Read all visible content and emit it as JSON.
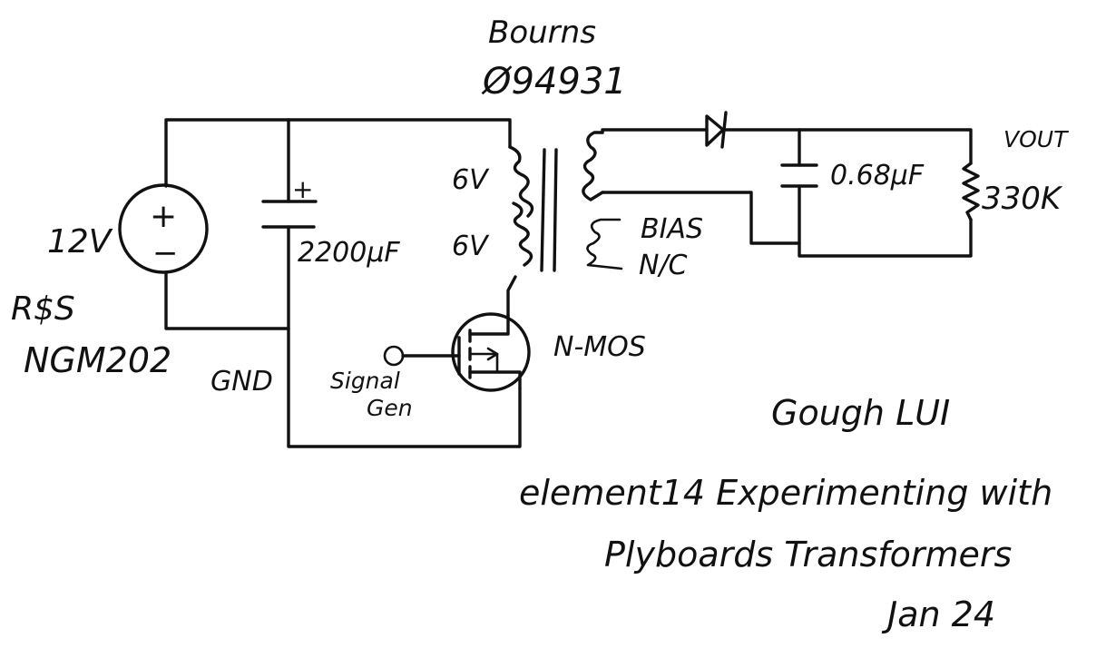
{
  "labels": {
    "transformer_brand": "Bourns",
    "transformer_part": "Ø94931",
    "supply_voltage": "12V",
    "supply_plus": "+",
    "supply_minus": "−",
    "supply_brand": "R$S",
    "supply_model": "NGM202",
    "ground": "GND",
    "cap_polarity": "+",
    "cap_value": "2200μF",
    "winding_top": "6V",
    "winding_bottom": "6V",
    "bias_line1": "BIAS",
    "bias_line2": "N/C",
    "output_cap": "0.68μF",
    "output_res": "330K",
    "vout": "VOUT",
    "mosfet": "N-MOS",
    "signal_line1": "Signal",
    "signal_line2": "Gen"
  },
  "notes": {
    "author": "Gough LUI",
    "title_line1": "element14 Experimenting with",
    "title_line2": "Plyboards Transformers",
    "date": "Jan 24"
  }
}
